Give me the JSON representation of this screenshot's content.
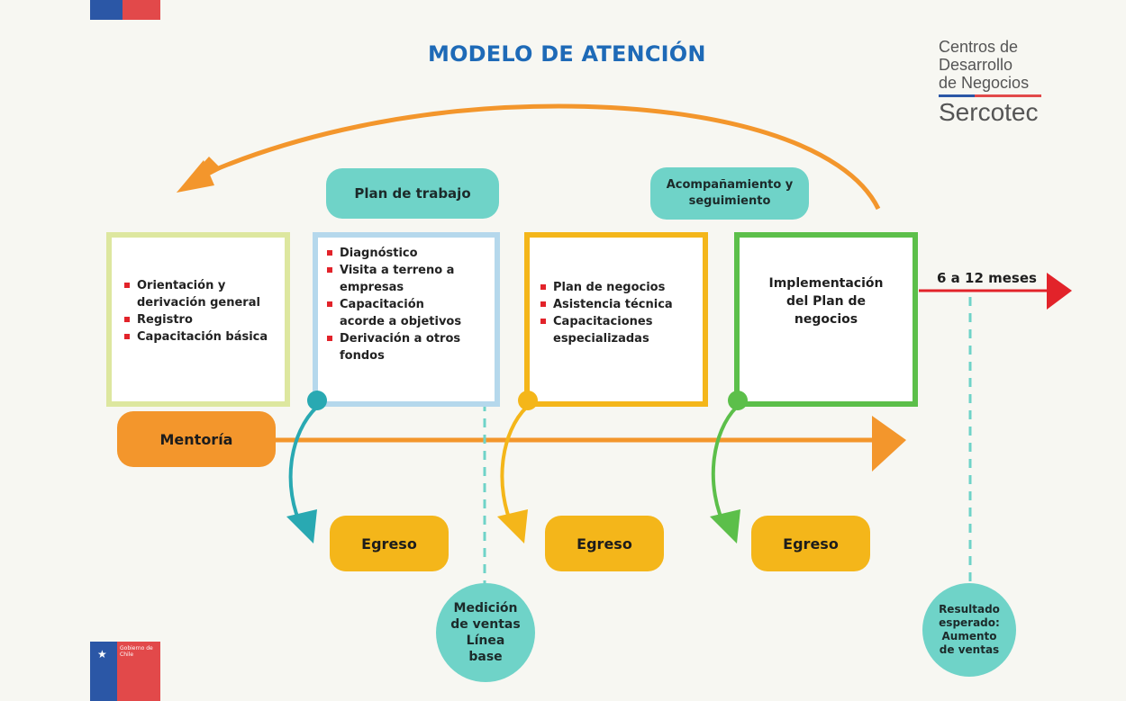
{
  "title": "MODELO DE ATENCIÓN",
  "brand": {
    "line1": "Centros de",
    "line2": "Desarrollo",
    "line3": "de Negocios",
    "name": "Sercotec"
  },
  "government": {
    "label": "Gobierno de Chile"
  },
  "boxes": [
    {
      "items": [
        "Orientación y derivación general",
        "Registro",
        "Capacitación básica"
      ]
    },
    {
      "items": [
        "Diagnóstico",
        "Visita a terreno a empresas",
        "Capacitación acorde a objetivos",
        "Derivación a otros fondos"
      ]
    },
    {
      "items": [
        "Plan de negocios",
        "Asistencia técnica",
        "Capacitaciones especializadas"
      ]
    },
    {
      "text": "Implementación del Plan de negocios"
    }
  ],
  "pills": {
    "plan_trabajo": "Plan de trabajo",
    "acompanamiento": "Acompañamiento y seguimiento",
    "mentoria": "Mentoría",
    "egreso": "Egreso"
  },
  "duration": "6 a 12 meses",
  "circles": {
    "medicion": "Medición de ventas Línea base",
    "resultado": "Resultado esperado: Aumento de ventas"
  },
  "colors": {
    "title": "#1e6ab7",
    "teal": "#6fd3c8",
    "yellow": "#f4b61a",
    "orange": "#f3962c",
    "green": "#5cbf4a",
    "red": "#e2232a",
    "lime_border": "#dde79f",
    "blue_border": "#b5d8ec"
  }
}
